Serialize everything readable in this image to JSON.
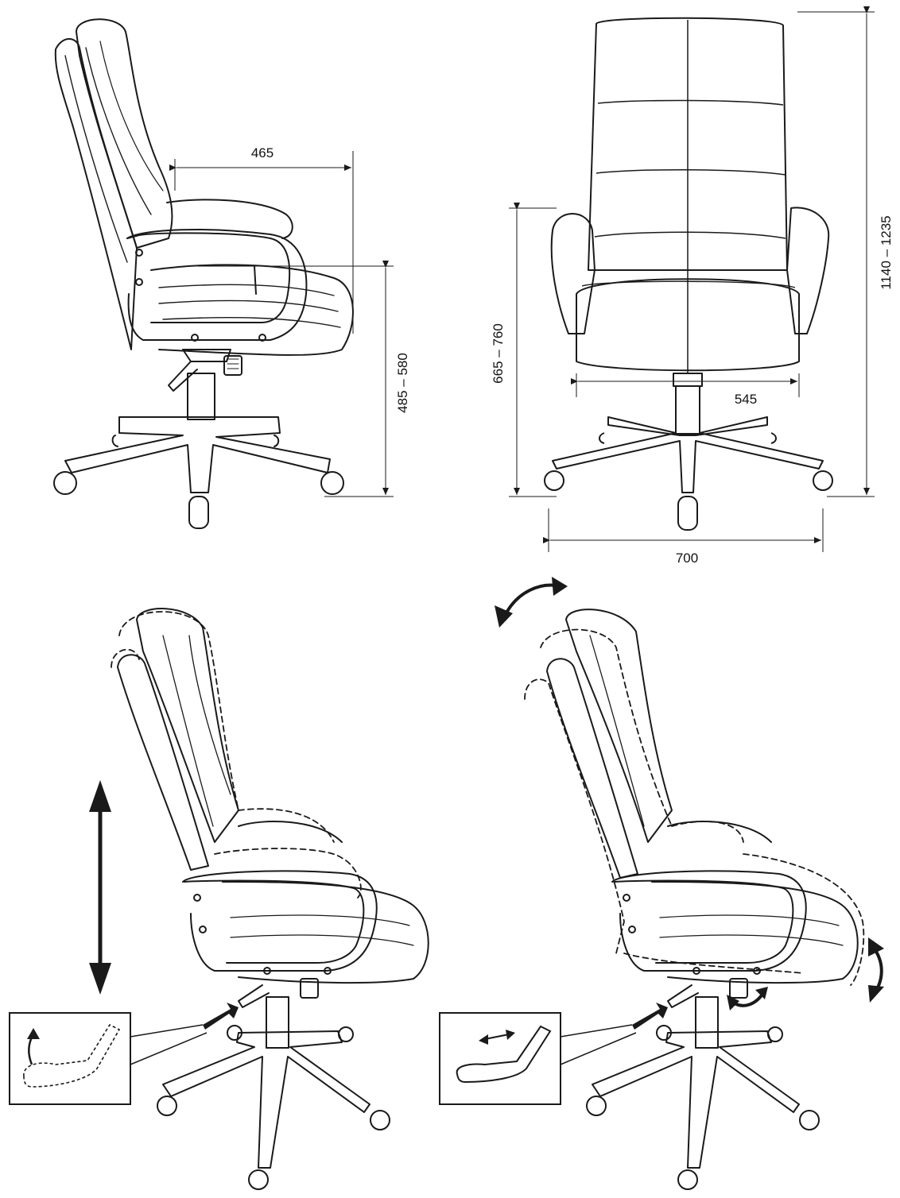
{
  "colors": {
    "line": "#1a1a1a",
    "background": "#ffffff"
  },
  "dimensions": {
    "seat_depth": "465",
    "seat_height": "485 – 580",
    "armrest_height": "665 – 760",
    "total_height": "1140 – 1235",
    "seat_width": "545",
    "base_width": "700"
  },
  "panels": [
    {
      "name": "side-view"
    },
    {
      "name": "front-view"
    },
    {
      "name": "height-adjustment"
    },
    {
      "name": "tilt-adjustment"
    }
  ],
  "icons": [
    "up-down-arrow-icon",
    "rotation-arrow-icon",
    "left-right-arrow-icon",
    "lever-icon"
  ]
}
